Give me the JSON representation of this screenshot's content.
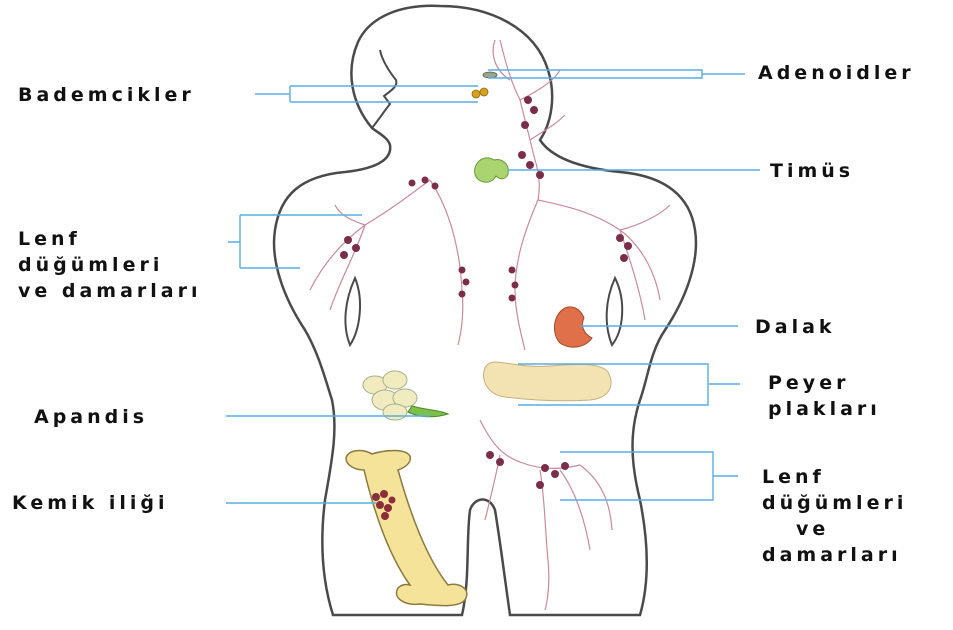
{
  "labels": {
    "bademcikler": "Bademcikler",
    "adenoidler": "Adenoidler",
    "timus": "Timüs",
    "lenf_left": [
      "Lenf",
      "düğümleri",
      "ve damarları"
    ],
    "dalak": "Dalak",
    "peyer": [
      "Peyer",
      "plakları"
    ],
    "apandis": "Apandis",
    "lenf_right": [
      "Lenf",
      "düğümleri",
      "ve",
      "damarları"
    ],
    "kemik": "Kemik iliği"
  },
  "colors": {
    "outline": "#4a4a4a",
    "leader_line": "#5aaee0",
    "vessel": "#c98a9a",
    "node": "#7a2e4a",
    "thymus": "#a9d46f",
    "spleen": "#e0704a",
    "intestine": "#f3e3b3",
    "appendix": "#7cc04a",
    "bone": "#f5e39a",
    "marrow": "#8a2e3a",
    "tonsil": "#d9a020"
  }
}
